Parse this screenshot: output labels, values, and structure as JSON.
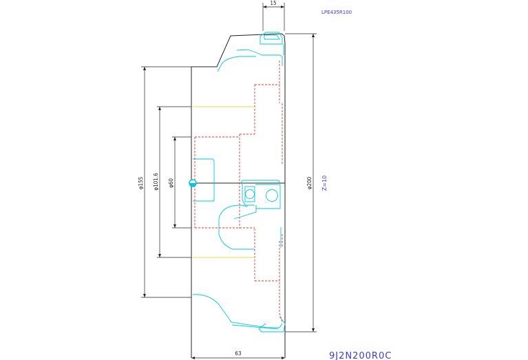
{
  "labels": {
    "part_code": "LPE435R100",
    "drawing_number": "9J2N200R0C",
    "teeth": "Z=10"
  },
  "dimensions": {
    "width_top": "15",
    "width_bottom": "63",
    "dia_155": "φ155",
    "dia_101_6": "φ101.6",
    "dia_60": "φ60",
    "dia_200": "φ200"
  },
  "colors": {
    "outline": "#222222",
    "profile": "#00c8e0",
    "hidden": "#e83030",
    "center": "#e6d84a",
    "text_blue": "#3a3ad6"
  }
}
